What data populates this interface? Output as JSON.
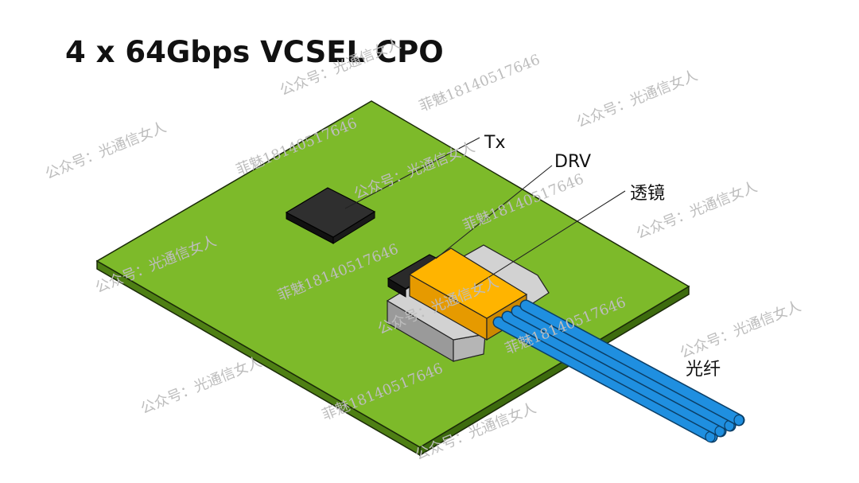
{
  "title": "4 x 64Gbps VCSEL CPO",
  "labels": {
    "tx": "Tx",
    "drv": "DRV",
    "lens": "透镜",
    "fiber": "光纤"
  },
  "watermarks": {
    "account": "公众号：光通信女人",
    "contact": "菲魅18140517646"
  },
  "colors": {
    "pcb_top": "#7dba2a",
    "pcb_side": "#4e7f14",
    "chip": "#2b2b2b",
    "lens": "#ffb400",
    "holder": "#cfcfcf",
    "fiber": "#1f8fe0"
  }
}
